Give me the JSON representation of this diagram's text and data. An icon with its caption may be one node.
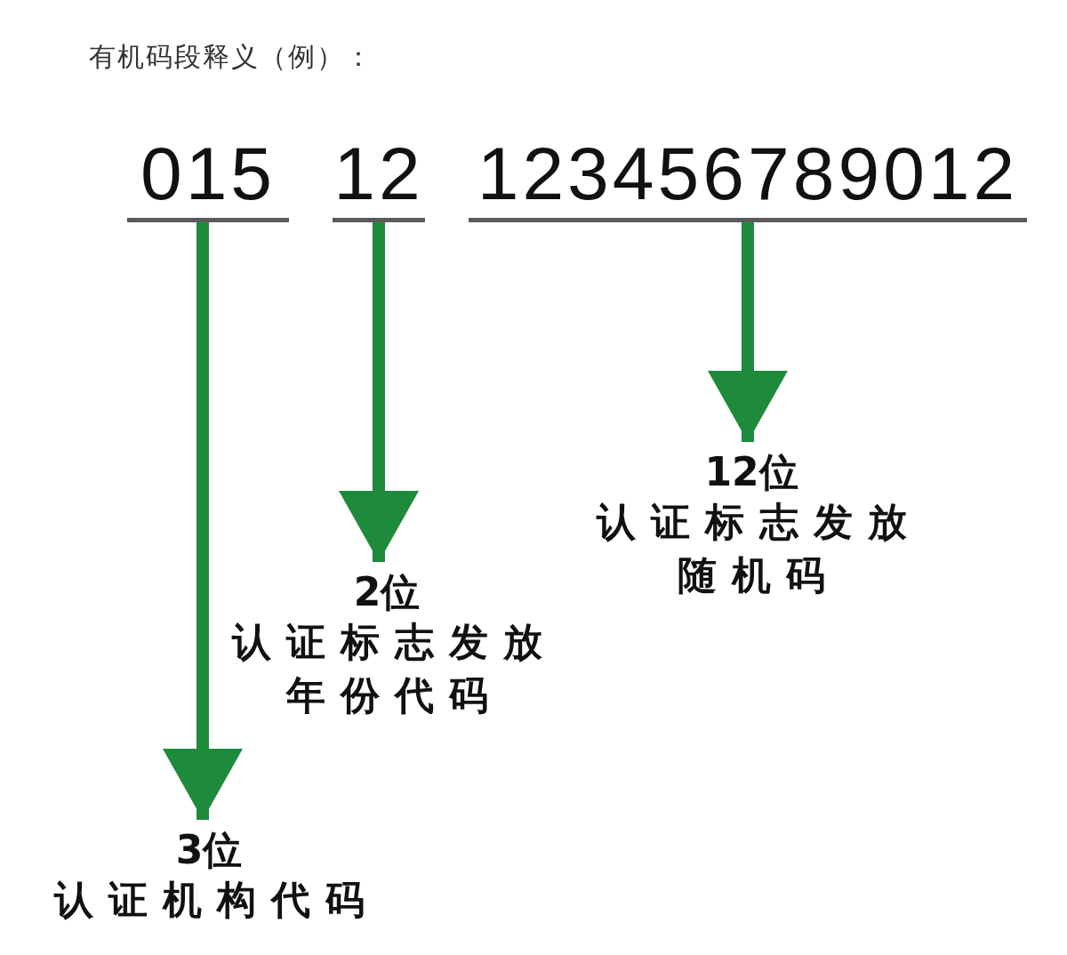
{
  "diagram": {
    "title": "有机码段释义（例）：",
    "nodes": [
      {
        "text": [
          "015"
        ]
      },
      {
        "text": [
          "12"
        ]
      },
      {
        "text": [
          "123456789012"
        ]
      },
      {
        "text": [
          "3位",
          "认证机构代码"
        ]
      },
      {
        "text": [
          "2位",
          "认证标志发放年份代码"
        ]
      },
      {
        "text": [
          "12位",
          "认证标志发放随机码"
        ]
      }
    ],
    "edges": [
      {
        "from": 0,
        "to": 3,
        "arrow": "to"
      },
      {
        "from": 1,
        "to": 4,
        "arrow": "to"
      },
      {
        "from": 2,
        "to": 5,
        "arrow": "to"
      }
    ]
  }
}
